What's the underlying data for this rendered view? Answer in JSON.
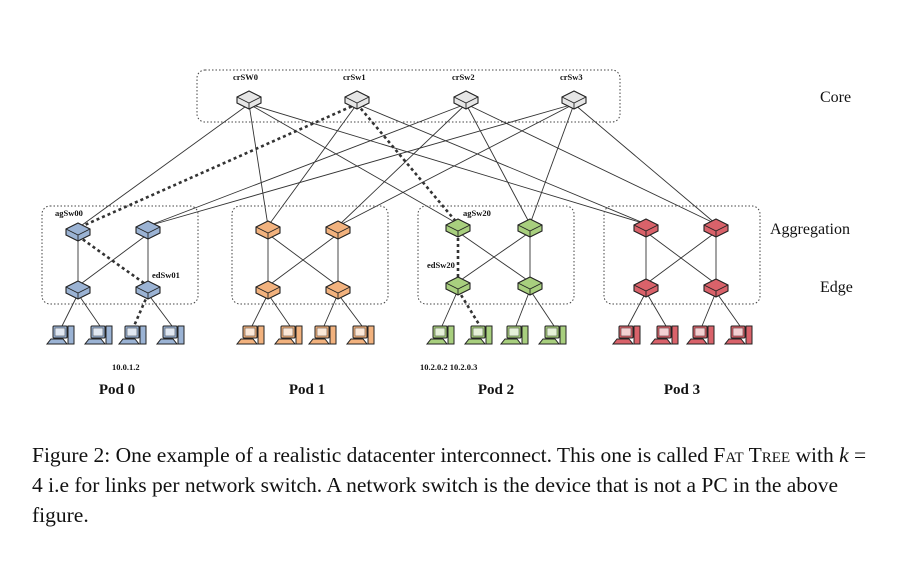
{
  "tiers": {
    "core": "Core",
    "aggregation": "Aggregation",
    "edge": "Edge"
  },
  "core_switches": [
    "crSW0",
    "crSw1",
    "crSw2",
    "crSw3"
  ],
  "pods": [
    {
      "label": "Pod 0",
      "color": "#9bb3d4"
    },
    {
      "label": "Pod 1",
      "color": "#f2b27e"
    },
    {
      "label": "Pod 2",
      "color": "#a8cf7e"
    },
    {
      "label": "Pod 3",
      "color": "#d9626a"
    }
  ],
  "node_labels": {
    "agSw00": "agSw00",
    "edSw01": "edSw01",
    "agSw20": "agSw20",
    "edSw20": "edSw20",
    "host_pod0": "10.0.1.2",
    "hosts_pod2": "10.2.0.2 10.2.0.3"
  },
  "caption": {
    "prefix": "Figure 2: One example of a realistic datacenter interconnect. This one is called",
    "name": "Fat Tree",
    "with": "with",
    "k_var": "k",
    "k_eq": "= 4",
    "rest": "i.e for links per network switch. A network switch is the device that is not a PC in the above figure."
  }
}
